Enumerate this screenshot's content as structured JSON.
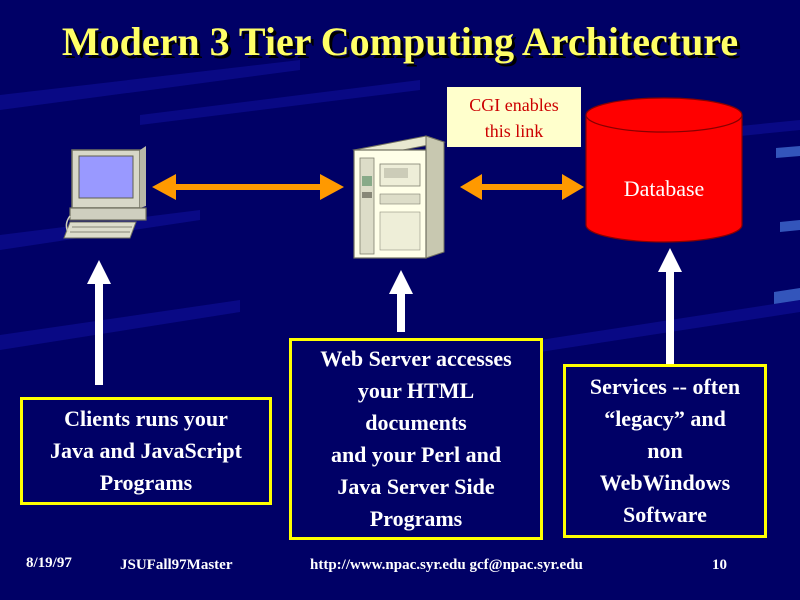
{
  "title": "Modern 3 Tier Computing Architecture",
  "cgi_note": "CGI enables\nthis link",
  "database_label": "Database",
  "boxes": {
    "clients": "Clients runs your\nJava and JavaScript\nPrograms",
    "webserver": "Web Server accesses\nyour HTML\ndocuments\nand your Perl and\nJava Server Side\nPrograms",
    "services": "Services -- often\n“legacy” and\nnon\nWebWindows\nSoftware"
  },
  "footer": {
    "date": "8/19/97",
    "master": "JSUFall97Master",
    "url": "http://www.npac.syr.edu gcf@npac.syr.edu",
    "page": "10"
  },
  "colors": {
    "background": "#000066",
    "title": "#ffff66",
    "box_border": "#ffff00",
    "arrow": "#ff9900",
    "database": "#ff0000",
    "cgi_bg": "#ffffcc",
    "cgi_text": "#cc0000"
  },
  "icons": {
    "client": "desktop-computer-icon",
    "server": "server-tower-icon",
    "database": "database-cylinder-icon"
  }
}
